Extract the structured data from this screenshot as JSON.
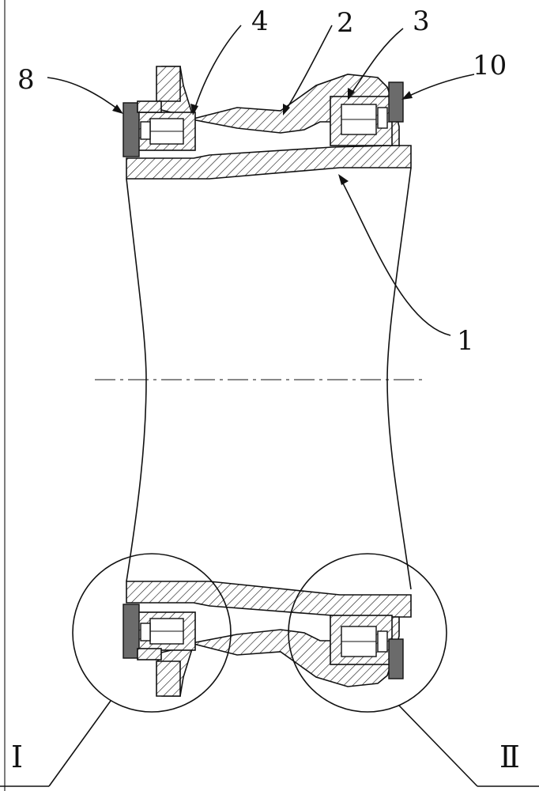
{
  "labels": {
    "part_1": "1",
    "part_2": "2",
    "part_3": "3",
    "part_4": "4",
    "part_8": "8",
    "part_10": "10"
  },
  "details": {
    "detail_1": "Ⅰ",
    "detail_2": "Ⅱ"
  }
}
